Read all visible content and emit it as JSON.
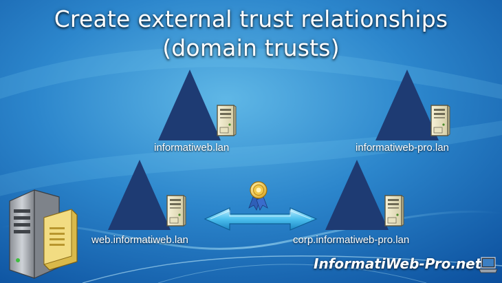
{
  "title": {
    "line1": "Create external trust relationships",
    "line2": "(domain trusts)"
  },
  "domains": {
    "top_left": "informatiweb.lan",
    "top_right": "informatiweb-pro.lan",
    "bottom_left": "web.informatiweb.lan",
    "bottom_right": "corp.informatiweb-pro.lan"
  },
  "watermark": "InformatiWeb-Pro.net",
  "icons": {
    "server": "server-icon",
    "trust": "two-way-arrow-icon",
    "certificate": "certificate-ribbon-icon",
    "big_server": "server-with-disk-icon",
    "laptop": "laptop-icon"
  },
  "colors": {
    "background_top": "#4fa6dc",
    "background_bottom": "#0a56a8",
    "domain_triangle": "#1e3b73",
    "arrow": "#5ec8f0",
    "text": "#ffffff"
  }
}
